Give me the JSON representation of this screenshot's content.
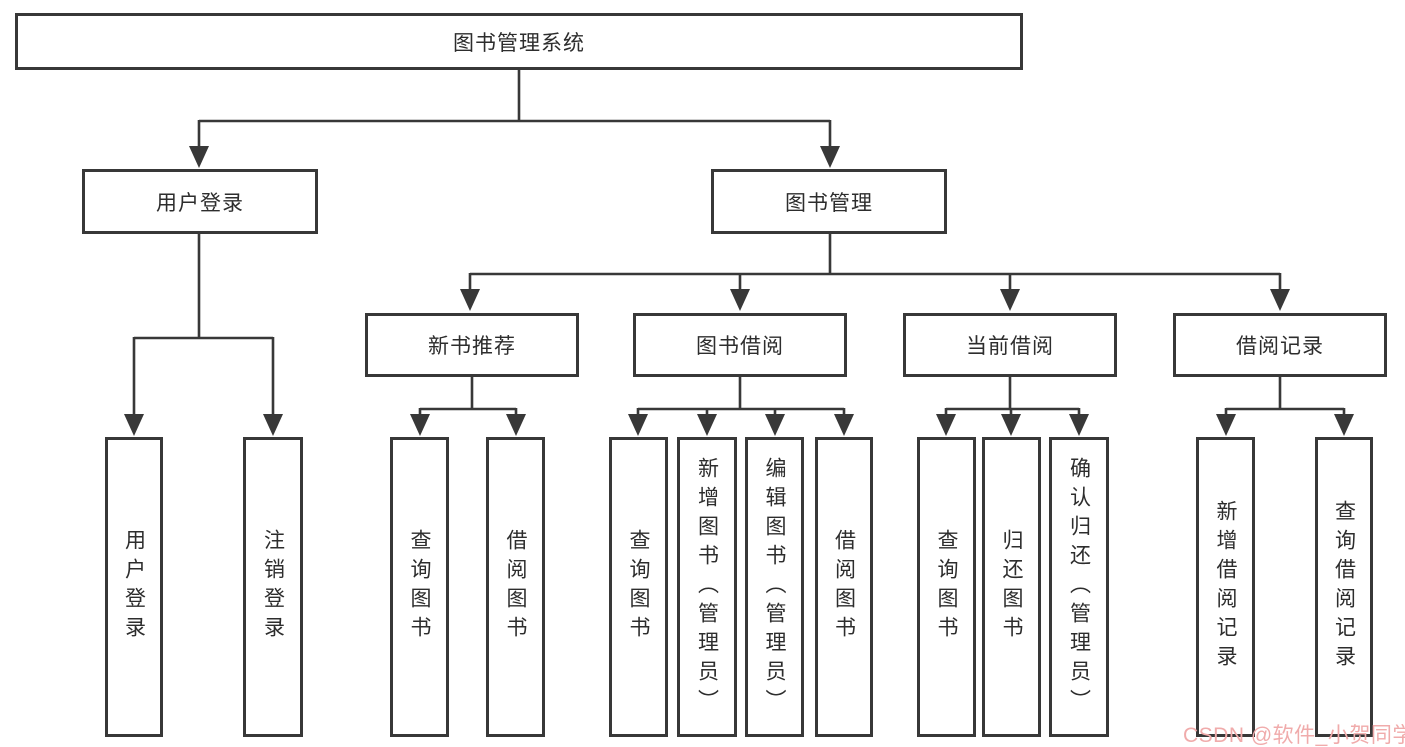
{
  "tree": {
    "root": {
      "label": "图书管理系统"
    },
    "login": {
      "label": "用户登录",
      "children": [
        {
          "label": "用户登录"
        },
        {
          "label": "注销登录"
        }
      ]
    },
    "management": {
      "label": "图书管理",
      "groups": [
        {
          "label": "新书推荐",
          "children": [
            {
              "label": "查询图书"
            },
            {
              "label": "借阅图书"
            }
          ]
        },
        {
          "label": "图书借阅",
          "children": [
            {
              "label": "查询图书"
            },
            {
              "label": "新增图书（管理员）"
            },
            {
              "label": "编辑图书（管理员）"
            },
            {
              "label": "借阅图书"
            }
          ]
        },
        {
          "label": "当前借阅",
          "children": [
            {
              "label": "查询图书"
            },
            {
              "label": "归还图书"
            },
            {
              "label": "确认归还（管理员）"
            }
          ]
        },
        {
          "label": "借阅记录",
          "children": [
            {
              "label": "新增借阅记录"
            },
            {
              "label": "查询借阅记录"
            }
          ]
        }
      ]
    }
  },
  "watermark": {
    "text": "CSDN @软件_小贺同学"
  },
  "colors": {
    "line": "#383838",
    "box_border": "#383838",
    "text": "#2d2d2d",
    "watermark": "#f0abab",
    "background": "#ffffff"
  }
}
